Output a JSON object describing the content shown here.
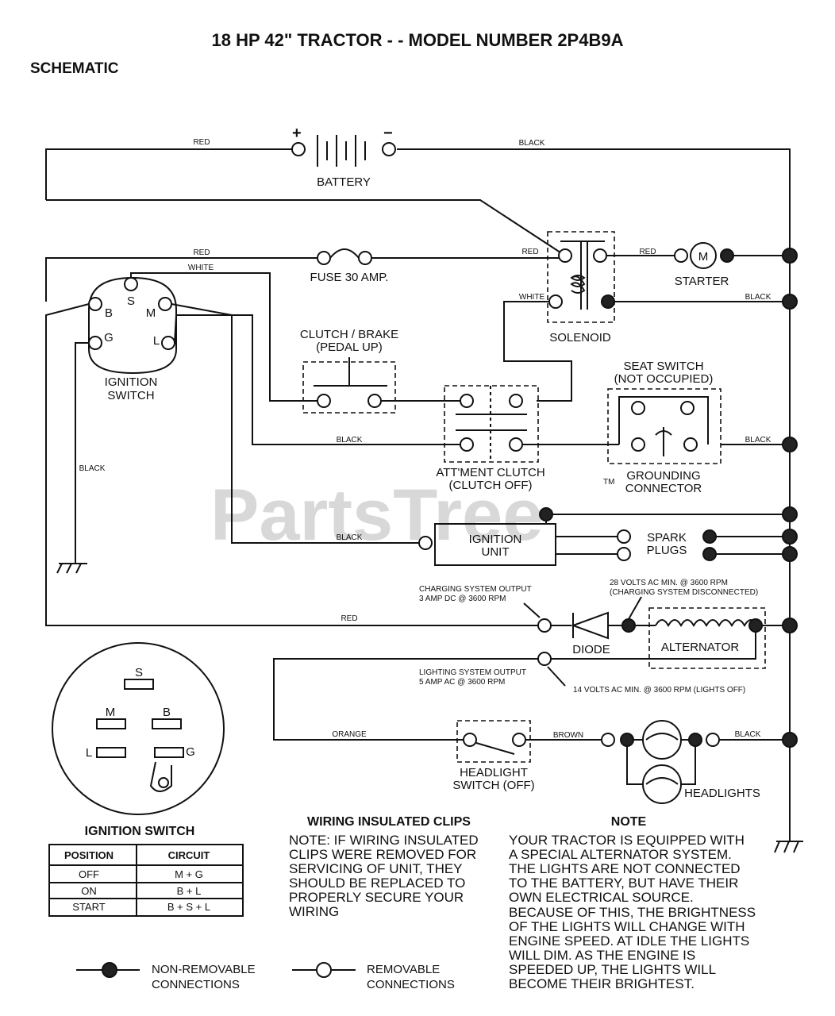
{
  "header": {
    "title": "18 HP 42\" TRACTOR - - MODEL NUMBER 2P4B9A",
    "subtitle": "SCHEMATIC"
  },
  "watermark": {
    "text": "PartsTree",
    "tm": "TM"
  },
  "battery": {
    "label": "BATTERY",
    "plus": "+",
    "minus": "−"
  },
  "fuse": {
    "label": "FUSE 30 AMP."
  },
  "solenoid": {
    "label": "SOLENOID"
  },
  "starter": {
    "label": "STARTER",
    "symbol": "M"
  },
  "ignition_switch": {
    "label_line1": "IGNITION",
    "label_line2": "SWITCH",
    "terminals": {
      "b": "B",
      "s": "S",
      "m": "M",
      "g": "G",
      "l": "L"
    }
  },
  "clutch_brake": {
    "line1": "CLUTCH / BRAKE",
    "line2": "(PEDAL UP)"
  },
  "attachment_clutch": {
    "line1": "ATT'MENT CLUTCH",
    "line2": "(CLUTCH OFF)"
  },
  "seat_switch": {
    "line1": "SEAT SWITCH",
    "line2": "(NOT OCCUPIED)"
  },
  "grounding_connector": {
    "line1": "GROUNDING",
    "line2": "CONNECTOR"
  },
  "ignition_unit": {
    "line1": "IGNITION",
    "line2": "UNIT"
  },
  "spark_plugs": {
    "line1": "SPARK",
    "line2": "PLUGS"
  },
  "charging": {
    "output_line1": "CHARGING SYSTEM OUTPUT",
    "output_line2": "3 AMP DC @ 3600 RPM",
    "volts_line1": "28 VOLTS AC MIN. @ 3600 RPM",
    "volts_line2": "(CHARGING SYSTEM DISCONNECTED)"
  },
  "diode": {
    "label": "DIODE"
  },
  "alternator": {
    "label": "ALTERNATOR"
  },
  "lighting": {
    "output_line1": "LIGHTING SYSTEM OUTPUT",
    "output_line2": "5 AMP AC @ 3600 RPM",
    "volts": "14 VOLTS AC MIN. @ 3600 RPM (LIGHTS OFF)"
  },
  "headlight_switch": {
    "line1": "HEADLIGHT",
    "line2": "SWITCH (OFF)"
  },
  "headlights": {
    "label": "HEADLIGHTS"
  },
  "wires": {
    "red": "RED",
    "black": "BLACK",
    "white": "WHITE",
    "orange": "ORANGE",
    "brown": "BROWN"
  },
  "ignition_table": {
    "title": "IGNITION SWITCH",
    "headers": [
      "POSITION",
      "CIRCUIT"
    ],
    "rows": [
      [
        "OFF",
        "M + G"
      ],
      [
        "ON",
        "B + L"
      ],
      [
        "START",
        "B + S + L"
      ]
    ]
  },
  "clips_note": {
    "title": "WIRING INSULATED CLIPS",
    "lines": [
      "NOTE: IF WIRING INSULATED",
      "CLIPS WERE REMOVED FOR",
      "SERVICING OF UNIT, THEY",
      "SHOULD BE REPLACED TO",
      "PROPERLY SECURE YOUR",
      "WIRING"
    ]
  },
  "note": {
    "title": "NOTE",
    "lines": [
      "YOUR TRACTOR IS EQUIPPED WITH",
      "A SPECIAL ALTERNATOR SYSTEM.",
      "THE LIGHTS ARE NOT CONNECTED",
      "TO  THE BATTERY, BUT HAVE THEIR",
      "OWN ELECTRICAL SOURCE.",
      "BECAUSE OF THIS, THE BRIGHTNESS",
      "OF THE LIGHTS WILL CHANGE WITH",
      "ENGINE SPEED.  AT IDLE THE LIGHTS",
      "WILL DIM.  AS THE ENGINE IS",
      "SPEEDED UP, THE LIGHTS WILL",
      "BECOME THEIR BRIGHTEST."
    ]
  },
  "legend": {
    "nonremovable_line1": "NON-REMOVABLE",
    "nonremovable_line2": "CONNECTIONS",
    "removable_line1": "REMOVABLE",
    "removable_line2": "CONNECTIONS"
  }
}
